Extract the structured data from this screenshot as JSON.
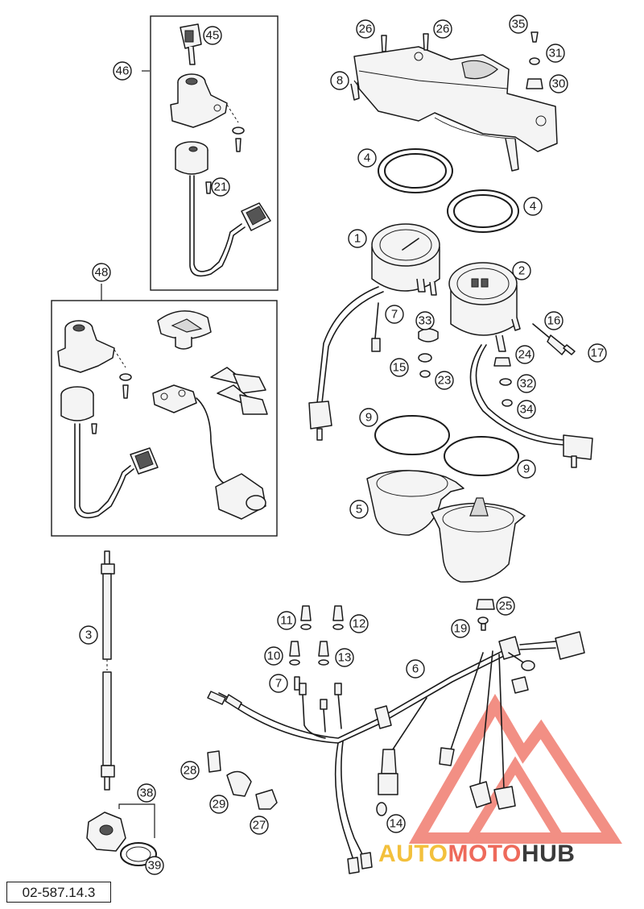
{
  "document": {
    "reference_code": "02-587.14.3"
  },
  "callouts": [
    {
      "id": "c45",
      "label": "45"
    },
    {
      "id": "c46",
      "label": "46"
    },
    {
      "id": "c21",
      "label": "21"
    },
    {
      "id": "c48",
      "label": "48"
    },
    {
      "id": "c26a",
      "label": "26"
    },
    {
      "id": "c26b",
      "label": "26"
    },
    {
      "id": "c35",
      "label": "35"
    },
    {
      "id": "c31",
      "label": "31"
    },
    {
      "id": "c30",
      "label": "30"
    },
    {
      "id": "c8",
      "label": "8"
    },
    {
      "id": "c4a",
      "label": "4"
    },
    {
      "id": "c4b",
      "label": "4"
    },
    {
      "id": "c1",
      "label": "1"
    },
    {
      "id": "c2",
      "label": "2"
    },
    {
      "id": "c7a",
      "label": "7"
    },
    {
      "id": "c33",
      "label": "33"
    },
    {
      "id": "c16",
      "label": "16"
    },
    {
      "id": "c17",
      "label": "17"
    },
    {
      "id": "c15",
      "label": "15"
    },
    {
      "id": "c24",
      "label": "24"
    },
    {
      "id": "c23",
      "label": "23"
    },
    {
      "id": "c32",
      "label": "32"
    },
    {
      "id": "c34",
      "label": "34"
    },
    {
      "id": "c9a",
      "label": "9"
    },
    {
      "id": "c9b",
      "label": "9"
    },
    {
      "id": "c5",
      "label": "5"
    },
    {
      "id": "c3",
      "label": "3"
    },
    {
      "id": "c25",
      "label": "25"
    },
    {
      "id": "c19",
      "label": "19"
    },
    {
      "id": "c11",
      "label": "11"
    },
    {
      "id": "c12",
      "label": "12"
    },
    {
      "id": "c10",
      "label": "10"
    },
    {
      "id": "c13",
      "label": "13"
    },
    {
      "id": "c6",
      "label": "6"
    },
    {
      "id": "c7b",
      "label": "7"
    },
    {
      "id": "c28",
      "label": "28"
    },
    {
      "id": "c29",
      "label": "29"
    },
    {
      "id": "c27",
      "label": "27"
    },
    {
      "id": "c14",
      "label": "14"
    },
    {
      "id": "c38",
      "label": "38"
    },
    {
      "id": "c39",
      "label": "39"
    }
  ],
  "watermark": {
    "part_a": "AUTO",
    "part_b": "MOTO",
    "part_c": "HUB",
    "colors": {
      "auto": "#f3c03c",
      "moto": "#ee6a5b",
      "hub": "#3a3a3a",
      "logo": "#ee6a5b"
    }
  }
}
